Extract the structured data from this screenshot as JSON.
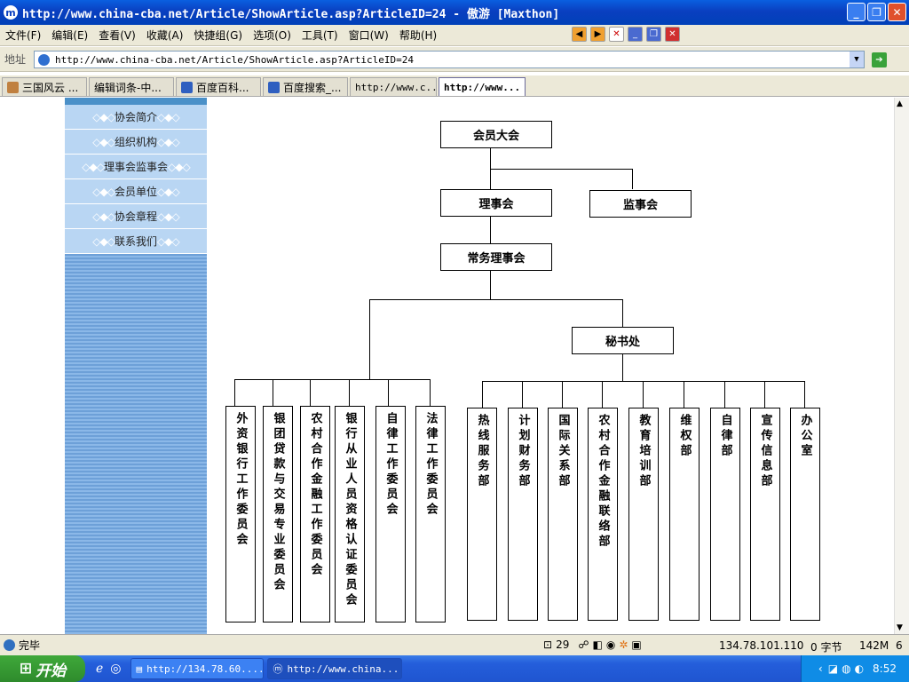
{
  "window": {
    "title": "http://www.china-cba.net/Article/ShowArticle.asp?ArticleID=24 - 傲游 [Maxthon]"
  },
  "menu": [
    "文件(F)",
    "编辑(E)",
    "查看(V)",
    "收藏(A)",
    "快捷组(G)",
    "选项(O)",
    "工具(T)",
    "窗口(W)",
    "帮助(H)"
  ],
  "address": {
    "label": "地址",
    "url": "http://www.china-cba.net/Article/ShowArticle.asp?ArticleID=24"
  },
  "tabs": [
    "三国风云 ...",
    "编辑词条-中...",
    "百度百科...",
    "百度搜索_...",
    "http://www.c...",
    "http://www..."
  ],
  "sidebar": [
    "协会简介",
    "组织机构",
    "理事会监事会",
    "会员单位",
    "协会章程",
    "联系我们"
  ],
  "sidebar_deco_left": "◇◆◇",
  "sidebar_deco_right": "◇◆◇",
  "org": {
    "top": "会员大会",
    "council": "理事会",
    "supervisory": "监事会",
    "standing": "常务理事会",
    "secretariat": "秘书处",
    "committees": [
      "外资银行工作委员会",
      "银团贷款与交易专业委员会",
      "农村合作金融工作委员会",
      "银行从业人员资格认证委员会",
      "自律工作委员会",
      "法律工作委员会"
    ],
    "departments": [
      "热线服务部",
      "计划财务部",
      "国际关系部",
      "农村合作金融联络部",
      "教育培训部",
      "维权部",
      "自律部",
      "宣传信息部",
      "办公室"
    ]
  },
  "status": {
    "text": "完毕",
    "popups": "29",
    "ip": "134.78.101.110",
    "bytes": "0 字节",
    "mem": "142M",
    "count": "6"
  },
  "taskbar": {
    "start": "开始",
    "buttons": [
      "http://134.78.60....",
      "http://www.china..."
    ],
    "clock": "8:52"
  }
}
